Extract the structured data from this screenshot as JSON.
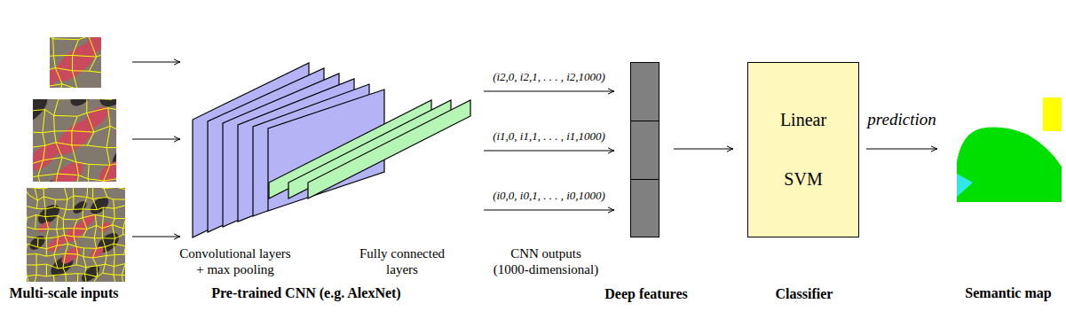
{
  "diagram": {
    "nodes": [
      {
        "text": [
          "Multi-scale inputs"
        ]
      },
      {
        "text": [
          "Pre-trained CNN (e.g. AlexNet)"
        ]
      },
      {
        "text": [
          "Deep features"
        ]
      },
      {
        "text": [
          "Linear SVM",
          "Classifier"
        ]
      },
      {
        "text": [
          "Semantic map"
        ]
      }
    ],
    "edges": [
      {
        "from": 0,
        "to": 1,
        "arrow": "to"
      },
      {
        "from": 0,
        "to": 1,
        "arrow": "to"
      },
      {
        "from": 0,
        "to": 1,
        "arrow": "to"
      },
      {
        "from": 1,
        "to": 2,
        "label": "(i2,0, i2,1, . . . , i2,1000)",
        "arrow": "to"
      },
      {
        "from": 1,
        "to": 2,
        "label": "(i1,0, i1,1, . . . , i1,1000)",
        "arrow": "to"
      },
      {
        "from": 1,
        "to": 2,
        "label": "(i0,0, i0,1, . . . , i0,1000)",
        "arrow": "to"
      },
      {
        "from": 2,
        "to": 3,
        "arrow": "to"
      },
      {
        "from": 3,
        "to": 4,
        "label": "prediction",
        "arrow": "to"
      }
    ],
    "labels": [
      "Convolutional layers + max pooling",
      "Fully connected layers",
      "CNN outputs (1000-dimensional)"
    ]
  }
}
